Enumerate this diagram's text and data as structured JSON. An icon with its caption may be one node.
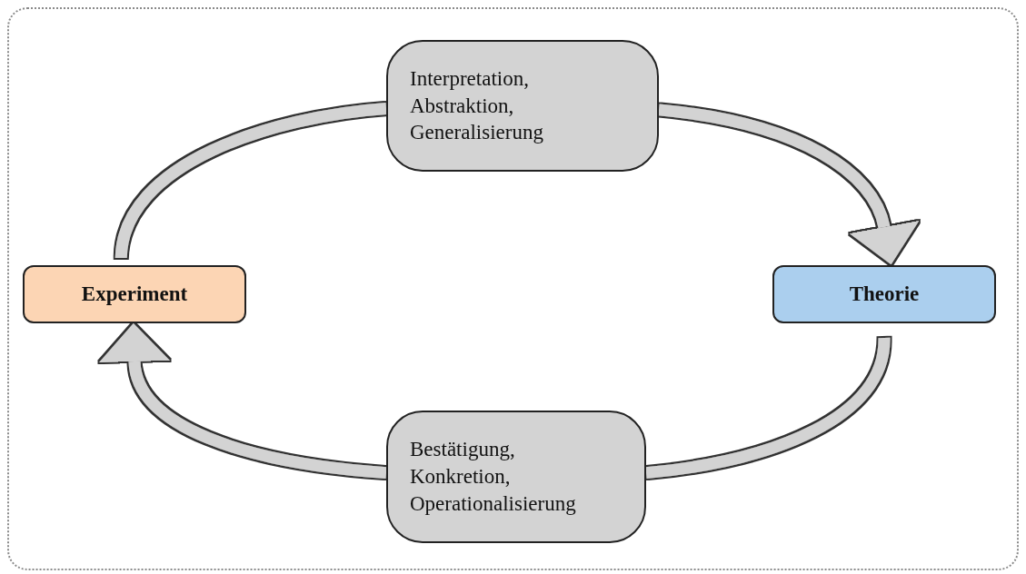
{
  "diagram": {
    "nodes": [
      {
        "text": [
          "Experiment"
        ]
      },
      {
        "text": [
          "Theorie"
        ]
      },
      {
        "text": [
          "Interpretation, Abstraktion, Generalisierung"
        ]
      },
      {
        "text": [
          "Bestätigung, Konkretion, Operationalisierung"
        ]
      }
    ],
    "edges": [
      {
        "from": 0,
        "to": 2,
        "arrow": "none"
      },
      {
        "from": 2,
        "to": 1,
        "arrow": "to"
      },
      {
        "from": 1,
        "to": 3,
        "arrow": "none"
      },
      {
        "from": 3,
        "to": 0,
        "arrow": "to"
      }
    ]
  }
}
